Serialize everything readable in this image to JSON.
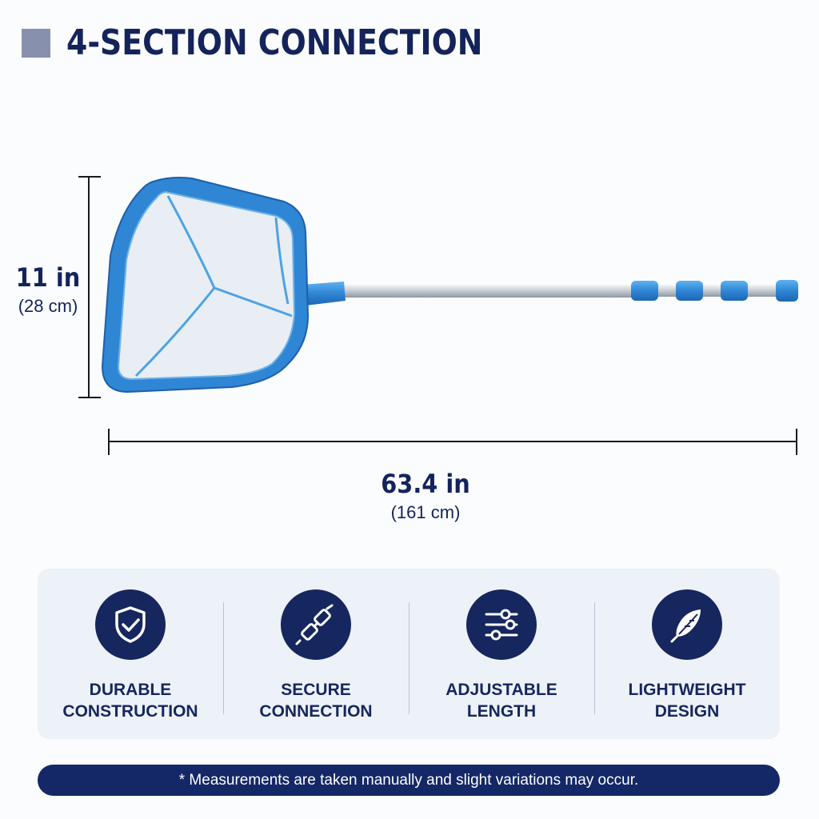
{
  "header": {
    "title": "4-SECTION CONNECTION"
  },
  "dimensions": {
    "height": {
      "imperial": "11 in",
      "metric": "(28 cm)"
    },
    "length": {
      "imperial": "63.4 in",
      "metric": "(161 cm)"
    }
  },
  "features": [
    {
      "icon": "shield-check-icon",
      "line1": "DURABLE",
      "line2": "CONSTRUCTION"
    },
    {
      "icon": "connector-icon",
      "line1": "SECURE",
      "line2": "CONNECTION"
    },
    {
      "icon": "sliders-icon",
      "line1": "ADJUSTABLE",
      "line2": "LENGTH"
    },
    {
      "icon": "feather-icon",
      "line1": "LIGHTWEIGHT",
      "line2": "DESIGN"
    }
  ],
  "footer": {
    "note": "* Measurements are taken manually and slight variations may occur."
  },
  "colors": {
    "navy": "#14235a",
    "product_blue": "#2f86d4",
    "panel": "#edf2f8"
  }
}
